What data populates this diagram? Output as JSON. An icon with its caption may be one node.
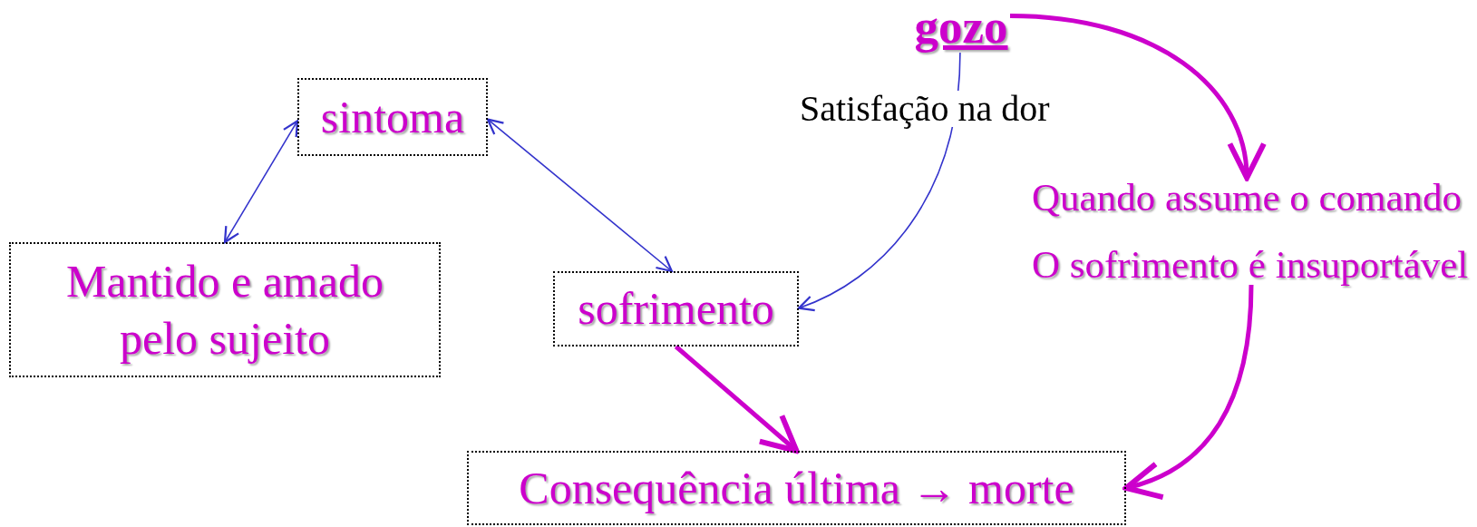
{
  "diagram": {
    "nodes": [
      {
        "text": [
          "gozo"
        ]
      },
      {
        "text": [
          "sintoma"
        ]
      },
      {
        "text": [
          "Mantido e amado pelo sujeito"
        ]
      },
      {
        "text": [
          "sofrimento"
        ]
      },
      {
        "text": [
          "Quando assume o comando",
          "O sofrimento é insuportável"
        ]
      },
      {
        "text": [
          "Consequência última → morte"
        ]
      }
    ],
    "edges": [
      {
        "from": 1,
        "to": 2,
        "arrow": "both",
        "color": "#3333cc"
      },
      {
        "from": 1,
        "to": 3,
        "arrow": "both",
        "color": "#3333cc"
      },
      {
        "from": 0,
        "to": 3,
        "arrow": "to",
        "label": "Satisfação na dor",
        "color": "#3333cc"
      },
      {
        "from": 0,
        "to": 4,
        "arrow": "to",
        "style": "thick",
        "color": "#cc00cc"
      },
      {
        "from": 4,
        "to": 5,
        "arrow": "to",
        "style": "thick",
        "color": "#cc00cc"
      },
      {
        "from": 3,
        "to": 5,
        "arrow": "to",
        "style": "thick",
        "color": "#cc00cc"
      }
    ]
  }
}
